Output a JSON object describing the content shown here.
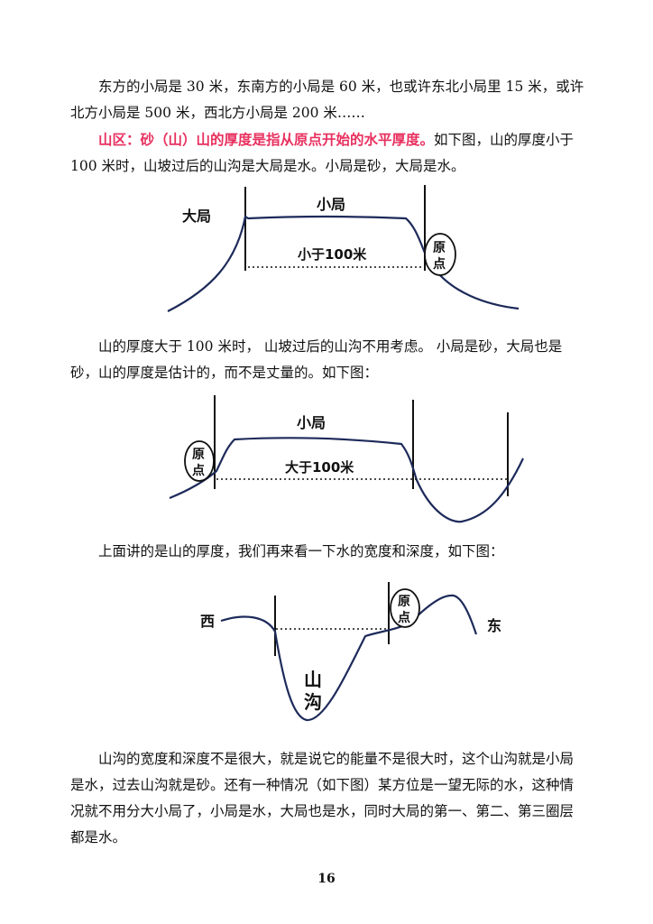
{
  "text": {
    "p1": "　　东方的小局是 30 米，东南方的小局是 60 米，也或许东北小局里 15 米，或许北方小局是 500 米，西北方小局是 200 米……",
    "p2_highlight": "山区：砂（山）山的厚度是指从原点开始的水平厚度。",
    "p2_rest": "如下图，山的厚度小于 100 米时，山坡过后的山沟是大局是水。小局是砂，大局是水。",
    "p3": "　　山的厚度大于 100 米时， 山坡过后的山沟不用考虑。 小局是砂，大局也是砂，山的厚度是估计的，而不是丈量的。如下图：",
    "p4": "　　上面讲的是山的厚度，我们再来看一下水的宽度和深度，如下图：",
    "p5": "　　山沟的宽度和深度不是很大，就是说它的能量不是很大时，这个山沟就是小局是水，过去山沟就是砂。还有一种情况（如下图）某方位是一望无际的水，这种情况就不用分大小局了，小局是水，大局也是水，同时大局的第一、第二、第三圈层都是水。"
  },
  "figure1": {
    "label_big": "大局",
    "label_small": "小局",
    "label_width": "小于100米",
    "label_origin_1": "原",
    "label_origin_2": "点"
  },
  "figure2": {
    "label_small": "小局",
    "label_width": "大于100米",
    "label_origin_1": "原",
    "label_origin_2": "点"
  },
  "figure3": {
    "label_west": "西",
    "label_east": "东",
    "label_ravine_1": "山",
    "label_ravine_2": "沟",
    "label_origin_1": "原",
    "label_origin_2": "点"
  },
  "page_number": "16"
}
